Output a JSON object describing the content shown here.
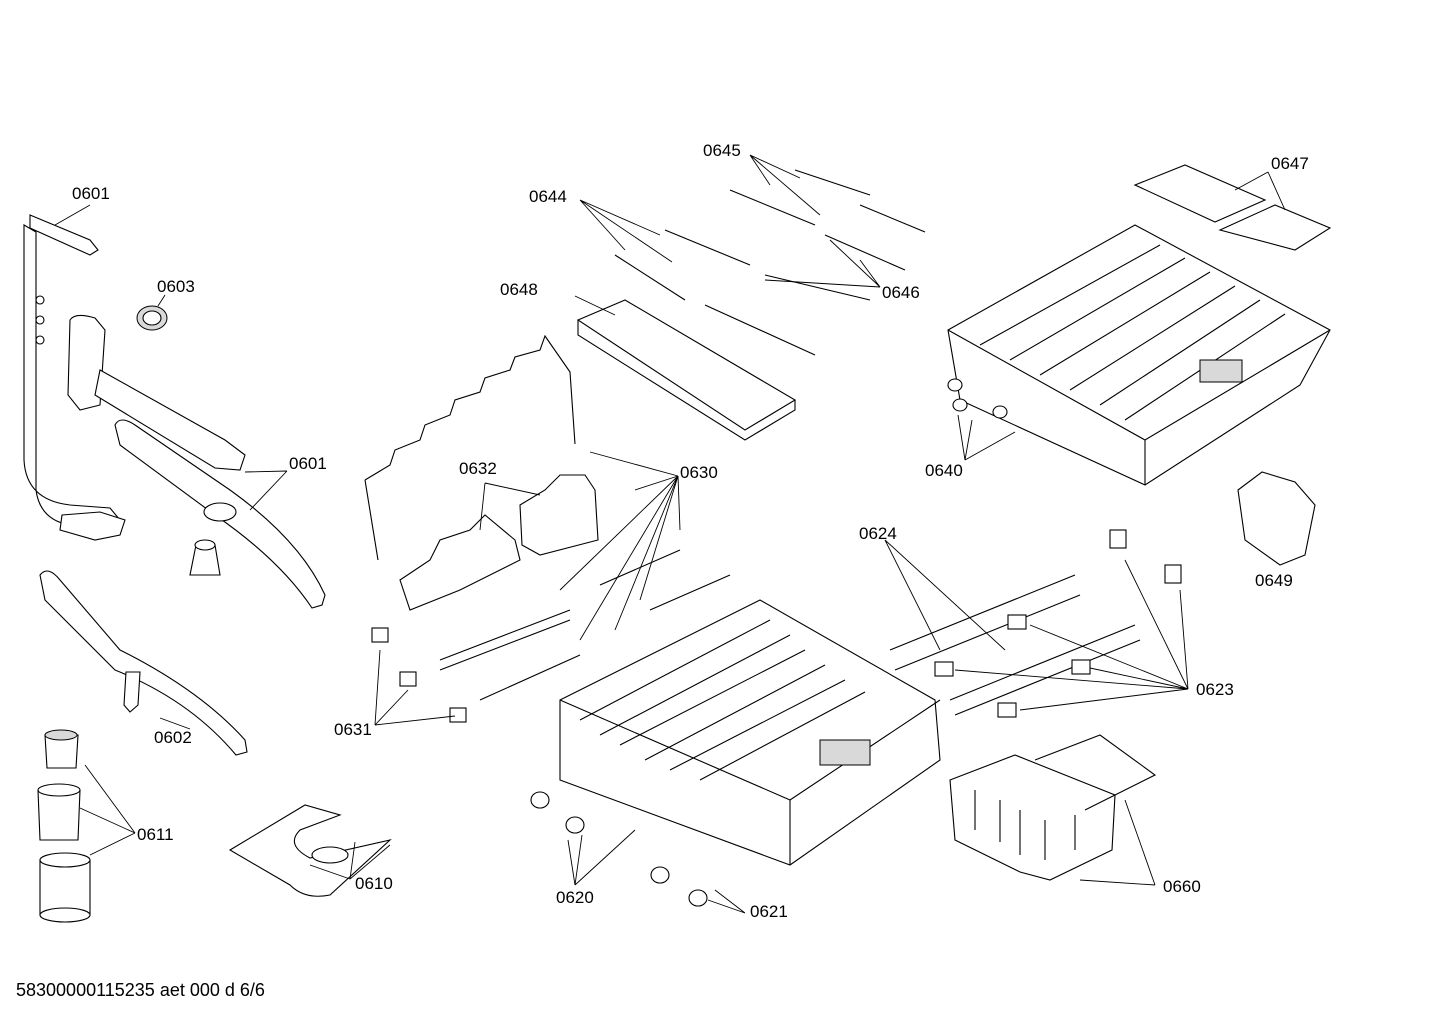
{
  "labels": {
    "p0601a": "0601",
    "p0601b": "0601",
    "p0602": "0602",
    "p0603": "0603",
    "p0610": "0610",
    "p0611": "0611",
    "p0620": "0620",
    "p0621": "0621",
    "p0623": "0623",
    "p0624": "0624",
    "p0630": "0630",
    "p0631": "0631",
    "p0632": "0632",
    "p0640": "0640",
    "p0644": "0644",
    "p0645": "0645",
    "p0646": "0646",
    "p0647": "0647",
    "p0648": "0648",
    "p0649": "0649",
    "p0660": "0660"
  },
  "footer": "58300000115235 aet 000 d 6/6"
}
